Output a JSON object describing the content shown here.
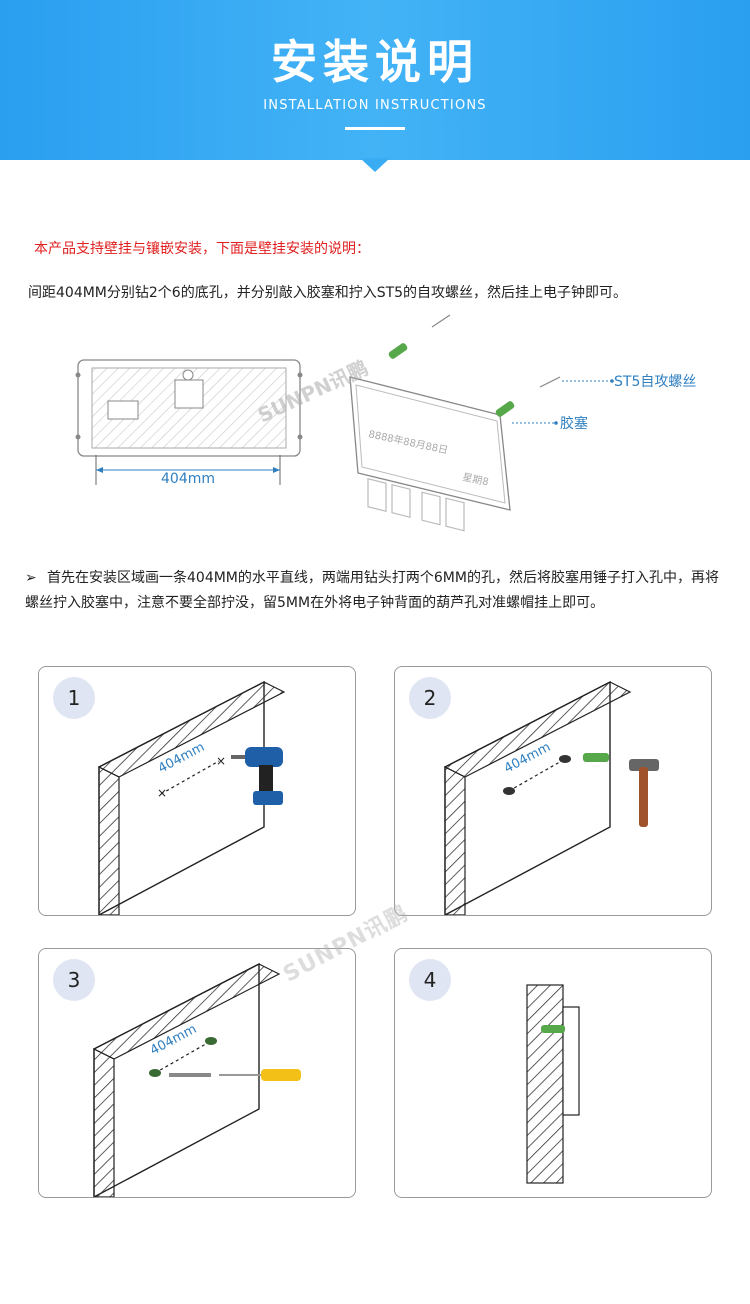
{
  "header": {
    "title": "安装说明",
    "subtitle": "INSTALLATION INSTRUCTIONS"
  },
  "intro": {
    "note": "本产品支持壁挂与镶嵌安装，下面是壁挂安装的说明：",
    "detail": "间距404MM分别钻2个6的底孔，并分别敲入胶塞和拧入ST5的自攻螺丝，然后挂上电子钟即可。"
  },
  "diagram": {
    "dimension": "404mm",
    "screw_label": "ST5自攻螺丝",
    "plug_label": "胶塞",
    "clock_date_text": "8888年88月88日",
    "clock_week_text": "星期8",
    "watermark": "SUNPN讯鹏"
  },
  "instructions": {
    "step_text": "首先在安装区域画一条404MM的水平直线，两端用钻头打两个6MM的孔，然后将胶塞用锤子打入孔中，再将螺丝拧入胶塞中，注意不要全部拧没，留5MM在外将电子钟背面的葫芦孔对准螺帽挂上即可。"
  },
  "steps": [
    {
      "number": "1",
      "dimension": "404mm"
    },
    {
      "number": "2",
      "dimension": "404mm"
    },
    {
      "number": "3",
      "dimension": "404mm"
    },
    {
      "number": "4"
    }
  ],
  "colors": {
    "banner": "#2a9ff0",
    "note_red": "#e02020",
    "label_blue": "#2f7fc0",
    "plug_green": "#57a84a",
    "drill_blue": "#1f5fa8",
    "driver_yellow": "#f2c016"
  }
}
